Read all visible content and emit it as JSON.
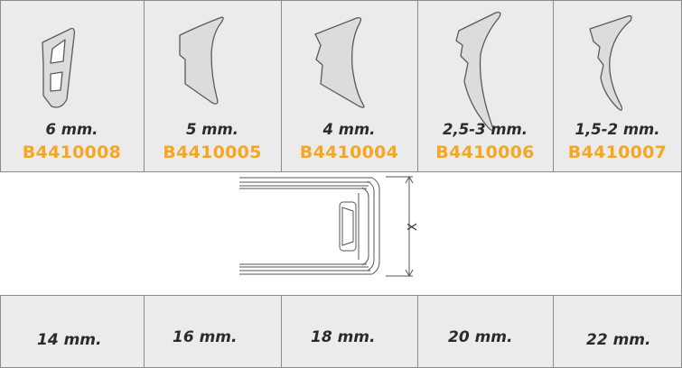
{
  "profiles": [
    {
      "size": "6 mm.",
      "code": "B4410008",
      "icon": "seal-profile-6mm-icon"
    },
    {
      "size": "5 mm.",
      "code": "B4410005",
      "icon": "seal-profile-5mm-icon"
    },
    {
      "size": "4 mm.",
      "code": "B4410004",
      "icon": "seal-profile-4mm-icon"
    },
    {
      "size": "2,5-3 mm.",
      "code": "B4410006",
      "icon": "seal-profile-2-5-3mm-icon"
    },
    {
      "size": "1,5-2 mm.",
      "code": "B4410007",
      "icon": "seal-profile-1-5-2mm-icon"
    }
  ],
  "diagram": {
    "dimension_label": "X"
  },
  "widths": [
    "14 mm.",
    "16 mm.",
    "18 mm.",
    "20 mm.",
    "22 mm."
  ],
  "colors": {
    "code": "#f5a623",
    "cell": "#ebebeb",
    "grid": "#8c8c8c"
  }
}
